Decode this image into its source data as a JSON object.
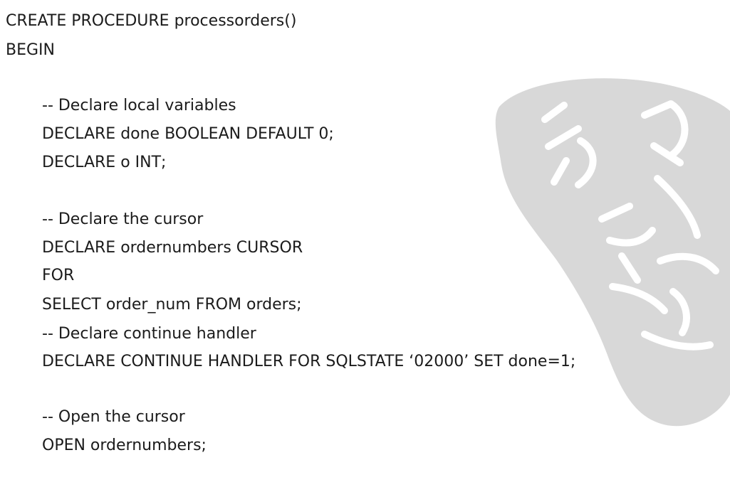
{
  "code_lines": [
    "CREATE PROCEDURE processorders()",
    "BEGIN",
    "-- Declare local variables",
    "DECLARE done BOOLEAN DEFAULT 0;",
    "DECLARE o INT;",
    "-- Declare the cursor",
    "DECLARE ordernumbers CURSOR",
    "FOR",
    "SELECT order_num FROM orders;",
    "-- Declare continue handler",
    "DECLARE CONTINUE HANDLER FOR SQLSTATE ‘02000’ SET done=1;",
    "-- Open the cursor",
    "OPEN ordernumbers;"
  ],
  "seal_color": "#d8d8d8"
}
